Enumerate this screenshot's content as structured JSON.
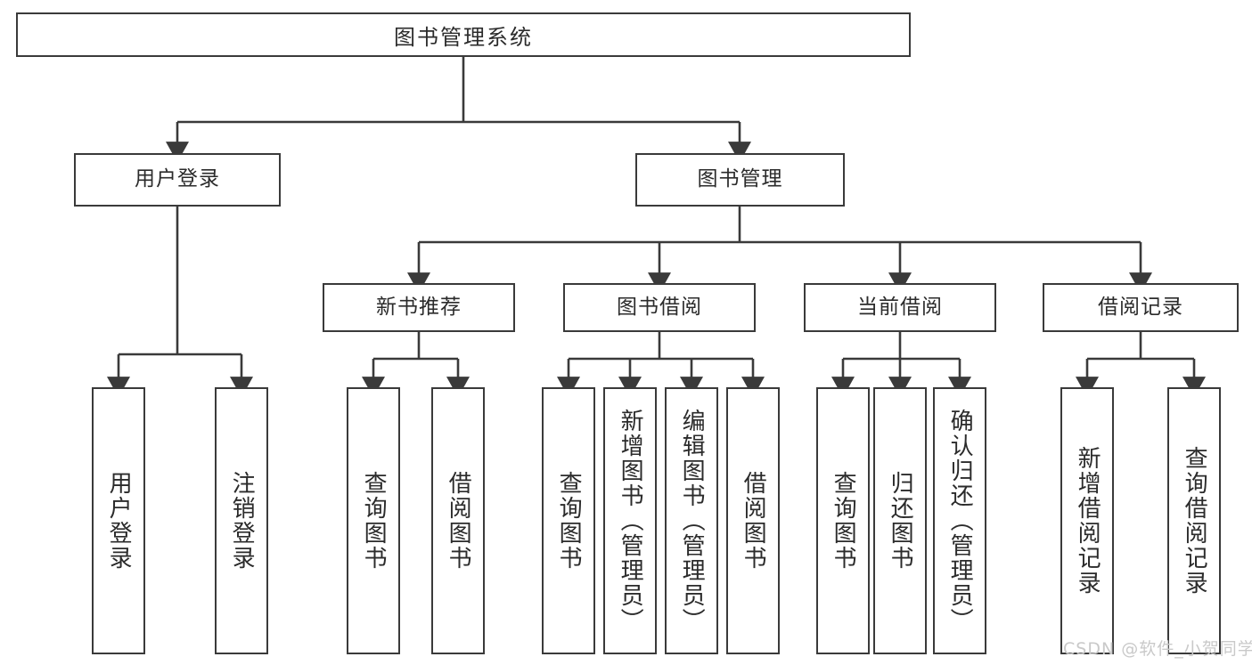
{
  "diagram": {
    "type": "tree-hierarchy-chart",
    "title": "图书管理系统",
    "watermark": "CSDN @软件_小贺同学",
    "colors": {
      "stroke": "#3a3a3a",
      "fill": "#ffffff",
      "text": "#2b2b2b",
      "watermark": "#c9c9c9"
    },
    "nodes": {
      "root": {
        "label": "图书管理系统"
      },
      "level2": [
        {
          "id": "user-login",
          "label": "用户登录"
        },
        {
          "id": "book-manage",
          "label": "图书管理"
        }
      ],
      "level3": [
        {
          "id": "new-book-rec",
          "label": "新书推荐"
        },
        {
          "id": "book-borrow",
          "label": "图书借阅"
        },
        {
          "id": "current-borrow",
          "label": "当前借阅"
        },
        {
          "id": "borrow-record",
          "label": "借阅记录"
        }
      ],
      "leaves": {
        "user_login": [
          {
            "id": "leaf-user-login",
            "label": "用户登录"
          },
          {
            "id": "leaf-logout-login",
            "label": "注销登录"
          }
        ],
        "new_book_rec": [
          {
            "id": "leaf-query-book-1",
            "label": "查询图书"
          },
          {
            "id": "leaf-borrow-book-1",
            "label": "借阅图书"
          }
        ],
        "book_borrow": [
          {
            "id": "leaf-query-book-2",
            "label": "查询图书"
          },
          {
            "id": "leaf-add-book-admin",
            "label": "新增图书（管理员）"
          },
          {
            "id": "leaf-edit-book-admin",
            "label": "编辑图书（管理员）"
          },
          {
            "id": "leaf-borrow-book-2",
            "label": "借阅图书"
          }
        ],
        "current_borrow": [
          {
            "id": "leaf-query-book-3",
            "label": "查询图书"
          },
          {
            "id": "leaf-return-book",
            "label": "归还图书"
          },
          {
            "id": "leaf-confirm-return-admin",
            "label": "确认归还（管理员）"
          }
        ],
        "borrow_record": [
          {
            "id": "leaf-add-borrow-record",
            "label": "新增借阅记录"
          },
          {
            "id": "leaf-query-borrow-record",
            "label": "查询借阅记录"
          }
        ]
      }
    }
  }
}
